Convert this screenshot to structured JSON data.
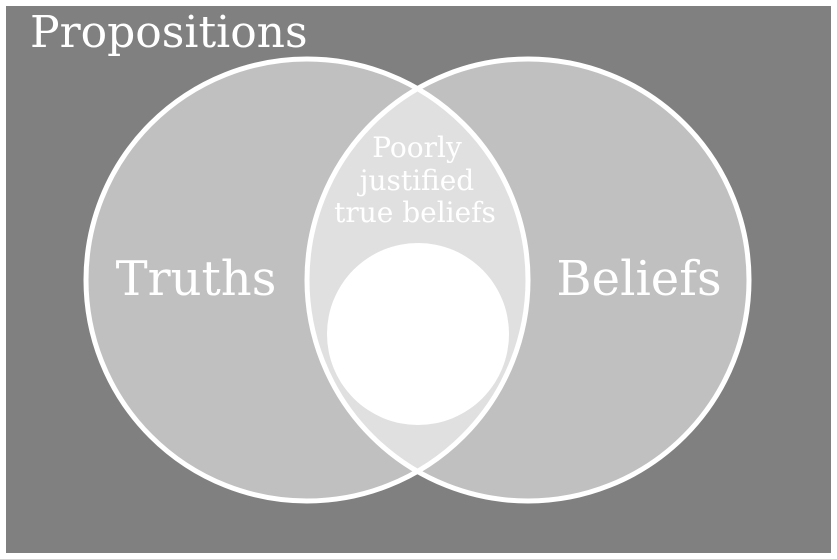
{
  "diagram": {
    "title": "Propositions",
    "sets": [
      {
        "label": "Truths"
      },
      {
        "label": "Beliefs"
      }
    ],
    "intersection": {
      "lines": [
        "Poorly",
        "justified",
        "true beliefs"
      ]
    },
    "colors": {
      "background_frame": "#ffffff",
      "universe": "#808080",
      "set": "#c0c0c0",
      "intersection": "#e0e0e0",
      "inner_region": "#ffffff",
      "outline": "#ffffff",
      "text": "#ffffff"
    }
  }
}
